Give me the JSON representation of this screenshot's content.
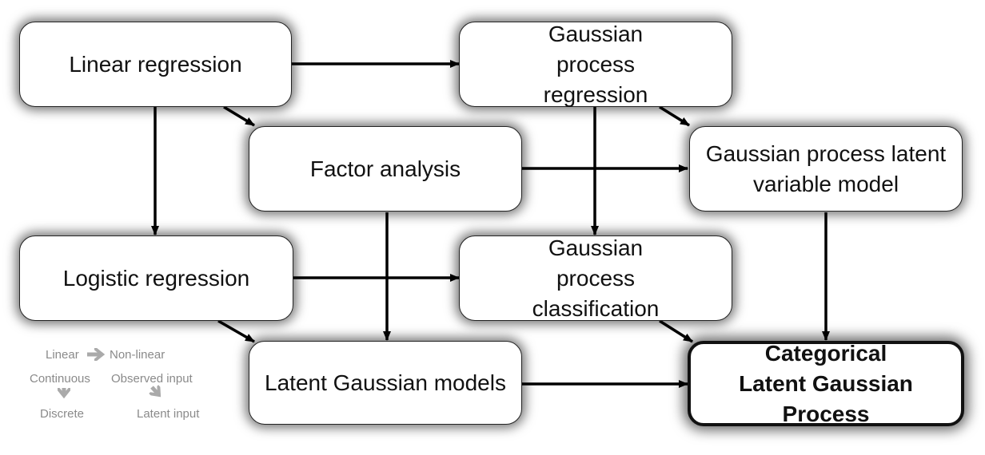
{
  "nodes": {
    "linear_regression": "Linear regression",
    "gp_regression": "Gaussian process regression",
    "factor_analysis": "Factor analysis",
    "gplvm": "Gaussian process latent variable model",
    "logistic_regression": "Logistic regression",
    "gp_classification": "Gaussian process classification",
    "latent_gaussian_models": "Latent Gaussian models",
    "clgp": "Categorical Latent Gaussian Process"
  },
  "legend": {
    "linear": "Linear",
    "nonlinear": "Non-linear",
    "continuous": "Continuous",
    "discrete": "Discrete",
    "observed_input": "Observed input",
    "latent_input": "Latent input"
  },
  "colors": {
    "arrow": "#000000",
    "legend_arrow": "#aaaaaa",
    "legend_text": "#8a8a8a",
    "node_border": "#222222"
  }
}
